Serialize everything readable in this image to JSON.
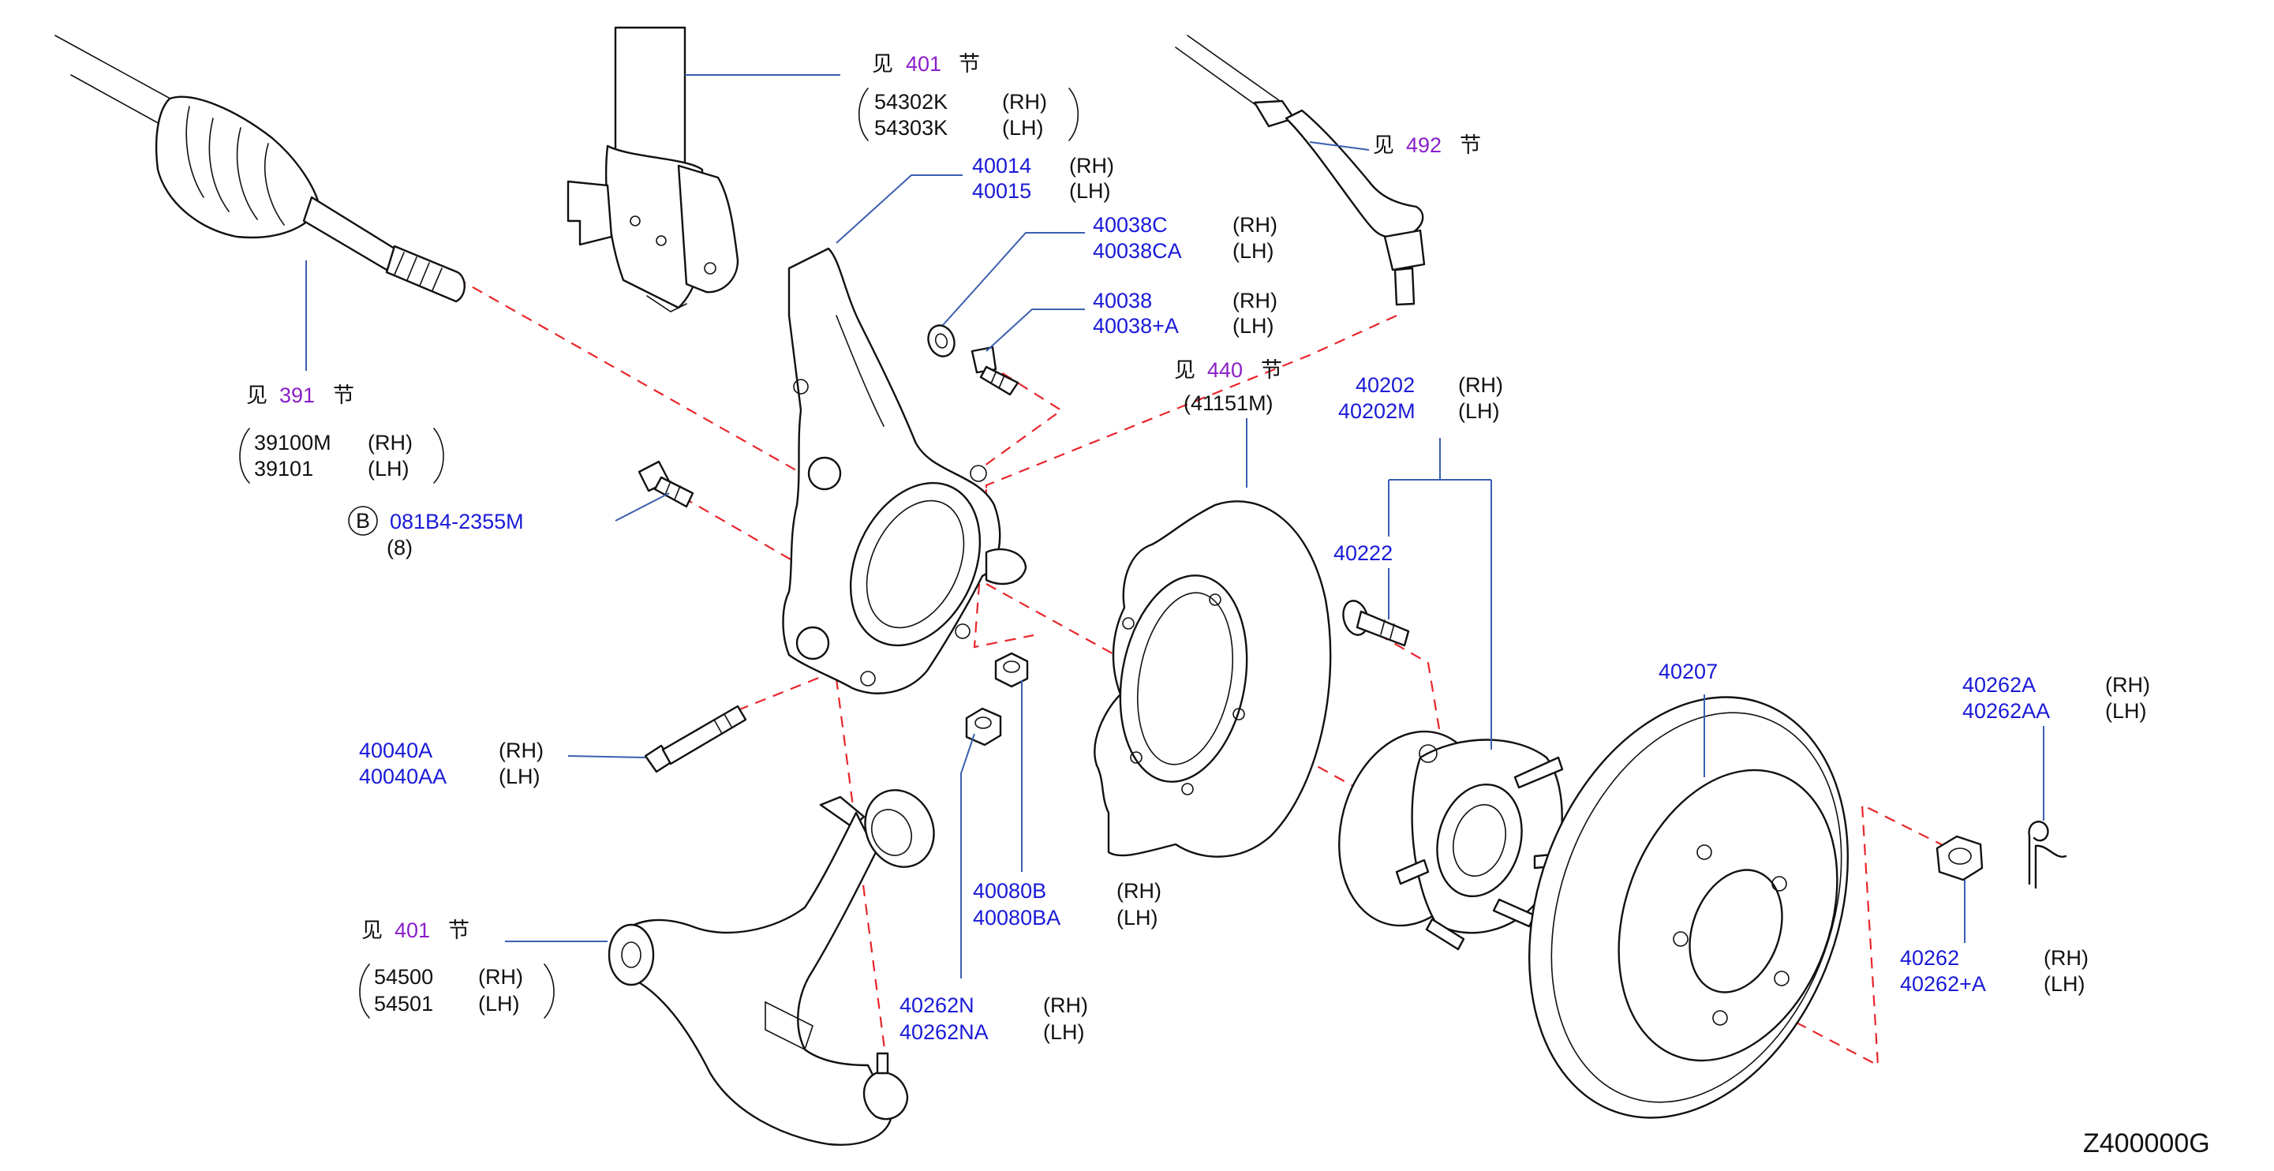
{
  "diagram_id": "Z400000G",
  "b_badge": "B",
  "callouts": {
    "strut": {
      "see": "见",
      "section": "401",
      "jie": "节",
      "parts": [
        {
          "no": "54302K",
          "side": "(RH)"
        },
        {
          "no": "54303K",
          "side": "(LH)"
        }
      ]
    },
    "knuckle": {
      "parts": [
        {
          "no": "40014",
          "side": "(RH)"
        },
        {
          "no": "40015",
          "side": "(LH)"
        }
      ]
    },
    "washer": {
      "parts": [
        {
          "no": "40038C",
          "side": "(RH)"
        },
        {
          "no": "40038CA",
          "side": "(LH)"
        }
      ]
    },
    "stud": {
      "parts": [
        {
          "no": "40038",
          "side": "(RH)"
        },
        {
          "no": "40038+A",
          "side": "(LH)"
        }
      ]
    },
    "tierod": {
      "see": "见",
      "section": "492",
      "jie": "节"
    },
    "shield": {
      "see": "见",
      "section": "440",
      "jie": "节",
      "part": "(41151M)"
    },
    "hub": {
      "parts": [
        {
          "no": "40202",
          "side": "(RH)"
        },
        {
          "no": "40202M",
          "side": "(LH)"
        }
      ]
    },
    "hubbolt": {
      "no": "40222"
    },
    "driveshaft": {
      "see": "见",
      "section": "391",
      "jie": "节",
      "parts": [
        {
          "no": "39100M",
          "side": "(RH)"
        },
        {
          "no": "39101",
          "side": "(LH)"
        }
      ]
    },
    "bolt_b": {
      "no": "081B4-2355M",
      "qty": "(8)"
    },
    "bolt_lower": {
      "parts": [
        {
          "no": "40040A",
          "side": "(RH)"
        },
        {
          "no": "40040AA",
          "side": "(LH)"
        }
      ]
    },
    "nut_40080": {
      "parts": [
        {
          "no": "40080B",
          "side": "(RH)"
        },
        {
          "no": "40080BA",
          "side": "(LH)"
        }
      ]
    },
    "nut_40262n": {
      "parts": [
        {
          "no": "40262N",
          "side": "(RH)"
        },
        {
          "no": "40262NA",
          "side": "(LH)"
        }
      ]
    },
    "lowerarm": {
      "see": "见",
      "section": "401",
      "jie": "节",
      "parts": [
        {
          "no": "54500",
          "side": "(RH)"
        },
        {
          "no": "54501",
          "side": "(LH)"
        }
      ]
    },
    "rotor": {
      "no": "40207"
    },
    "pin": {
      "parts": [
        {
          "no": "40262A",
          "side": "(RH)"
        },
        {
          "no": "40262AA",
          "side": "(LH)"
        }
      ]
    },
    "hubnut": {
      "parts": [
        {
          "no": "40262",
          "side": "(RH)"
        },
        {
          "no": "40262+A",
          "side": "(LH)"
        }
      ]
    }
  }
}
